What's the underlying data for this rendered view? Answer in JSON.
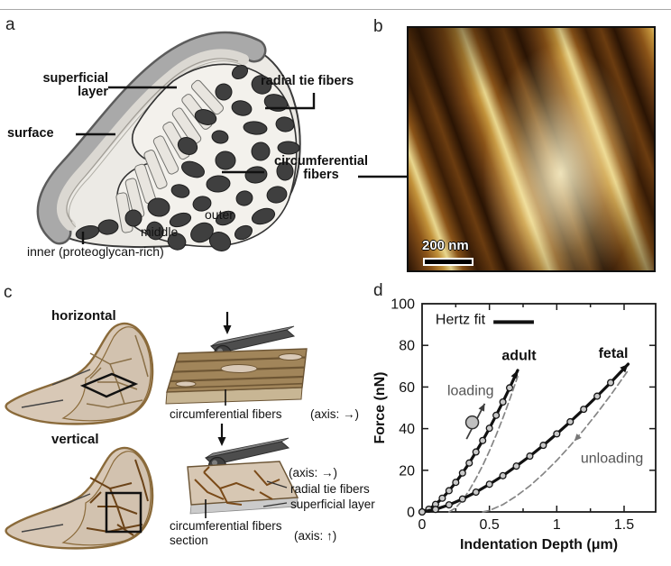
{
  "letters": {
    "a": "a",
    "b": "b",
    "c": "c",
    "d": "d"
  },
  "panel_a": {
    "labels": {
      "superficial_layer": [
        "superficial",
        "layer"
      ],
      "surface": "surface",
      "radial_tie_fibers": "radial tie fibers",
      "circumferential_fibers": [
        "circumferential",
        "fibers"
      ],
      "outer": "outer",
      "middle": "middle",
      "inner": "inner (proteoglycan-rich)"
    }
  },
  "panel_b": {
    "scale_bar_label": "200 nm"
  },
  "panel_c": {
    "row1_title": "horizontal",
    "row2_title": "vertical",
    "row1_slab_label": "circumferential fibers",
    "row1_axis_label": "(axis: →)",
    "row2_axis_top_label": "(axis: →)",
    "row2_radial_label": "radial tie fibers",
    "row2_superficial_label": "superficial layer",
    "row2_slab_label": [
      "circumferential fibers",
      "section"
    ],
    "row2_axis_up_label": "(axis: ↑)"
  },
  "chart_data": {
    "type": "line",
    "title": "",
    "xlabel": "Indentation Depth (μm)",
    "ylabel": "Force (nN)",
    "xlim": [
      0,
      1.735
    ],
    "ylim": [
      0,
      100
    ],
    "grid": false,
    "xticks": {
      "values": [
        0,
        0.5,
        1,
        1.5
      ],
      "labels": [
        "0",
        "0.5",
        "1",
        "1.5"
      ]
    },
    "minor_xticks": [
      0.25,
      0.75,
      1.25
    ],
    "yticks": {
      "values": [
        0,
        20,
        40,
        60,
        80,
        100
      ],
      "labels": [
        "0",
        "20",
        "40",
        "60",
        "80",
        "100"
      ]
    },
    "legend": {
      "label": "Hertz fit",
      "text_pos": [
        0.1,
        90.3
      ],
      "line_x": [
        0.53,
        0.83
      ],
      "line_y": 91.2
    },
    "series": [
      {
        "name": "adult_loading_hertz_fit",
        "style": "solid",
        "color": "#111111",
        "width": 3.2,
        "marker": "circle",
        "end_arrow": true,
        "points": [
          [
            0,
            0
          ],
          [
            0.05,
            1.3
          ],
          [
            0.1,
            3.6
          ],
          [
            0.15,
            6.6
          ],
          [
            0.2,
            10.2
          ],
          [
            0.25,
            14.2
          ],
          [
            0.3,
            18.7
          ],
          [
            0.35,
            23.5
          ],
          [
            0.4,
            28.8
          ],
          [
            0.45,
            34.3
          ],
          [
            0.5,
            40.2
          ],
          [
            0.55,
            46.4
          ],
          [
            0.6,
            52.8
          ],
          [
            0.65,
            59.6
          ],
          [
            0.71,
            68
          ]
        ]
      },
      {
        "name": "adult_unloading",
        "style": "dashed",
        "color": "#858585",
        "width": 1.7,
        "points": [
          [
            0.2,
            0
          ],
          [
            0.25,
            2.0
          ],
          [
            0.3,
            5.6
          ],
          [
            0.35,
            10.4
          ],
          [
            0.4,
            16.0
          ],
          [
            0.45,
            22.3
          ],
          [
            0.5,
            29.3
          ],
          [
            0.55,
            36.9
          ],
          [
            0.6,
            45.1
          ],
          [
            0.65,
            53.9
          ],
          [
            0.71,
            65
          ]
        ]
      },
      {
        "name": "fetal_loading_hertz_fit",
        "style": "solid",
        "color": "#111111",
        "width": 3.2,
        "marker": "circle",
        "end_arrow": true,
        "points": [
          [
            0,
            0
          ],
          [
            0.1,
            1.2
          ],
          [
            0.2,
            3.4
          ],
          [
            0.3,
            6.2
          ],
          [
            0.4,
            9.5
          ],
          [
            0.5,
            13.3
          ],
          [
            0.6,
            17.4
          ],
          [
            0.7,
            22.0
          ],
          [
            0.8,
            26.8
          ],
          [
            0.9,
            32.0
          ],
          [
            1.0,
            37.5
          ],
          [
            1.1,
            43.3
          ],
          [
            1.2,
            49.3
          ],
          [
            1.3,
            55.6
          ],
          [
            1.4,
            62.1
          ],
          [
            1.53,
            71
          ]
        ]
      },
      {
        "name": "fetal_unloading",
        "style": "dashed",
        "color": "#858585",
        "width": 1.7,
        "mid_arrow": {
          "at": [
            1.13,
            34
          ],
          "angle": 132
        },
        "points": [
          [
            0.45,
            0
          ],
          [
            0.5,
            0.7
          ],
          [
            0.6,
            3.5
          ],
          [
            0.7,
            7.6
          ],
          [
            0.8,
            12.5
          ],
          [
            0.9,
            18.3
          ],
          [
            1.0,
            24.7
          ],
          [
            1.1,
            31.8
          ],
          [
            1.2,
            39.4
          ],
          [
            1.3,
            47.5
          ],
          [
            1.4,
            56.1
          ],
          [
            1.53,
            68
          ]
        ]
      }
    ],
    "annotations": [
      {
        "text": "adult",
        "x": 0.72,
        "y": 73,
        "bold": true,
        "color": "#111111",
        "anchor": "middle"
      },
      {
        "text": "fetal",
        "x": 1.42,
        "y": 74,
        "bold": true,
        "color": "#111111",
        "anchor": "middle"
      },
      {
        "text": "loading",
        "x": 0.36,
        "y": 56,
        "bold": false,
        "color": "#555555",
        "anchor": "middle"
      },
      {
        "text": "unloading",
        "x": 1.41,
        "y": 23.5,
        "bold": false,
        "color": "#555555",
        "anchor": "middle"
      }
    ],
    "loading_arrow": {
      "from": [
        0.33,
        35
      ],
      "to": [
        0.465,
        52
      ],
      "ball": [
        0.372,
        43
      ],
      "ball_r": 7,
      "color": "#3d3d3d"
    }
  }
}
